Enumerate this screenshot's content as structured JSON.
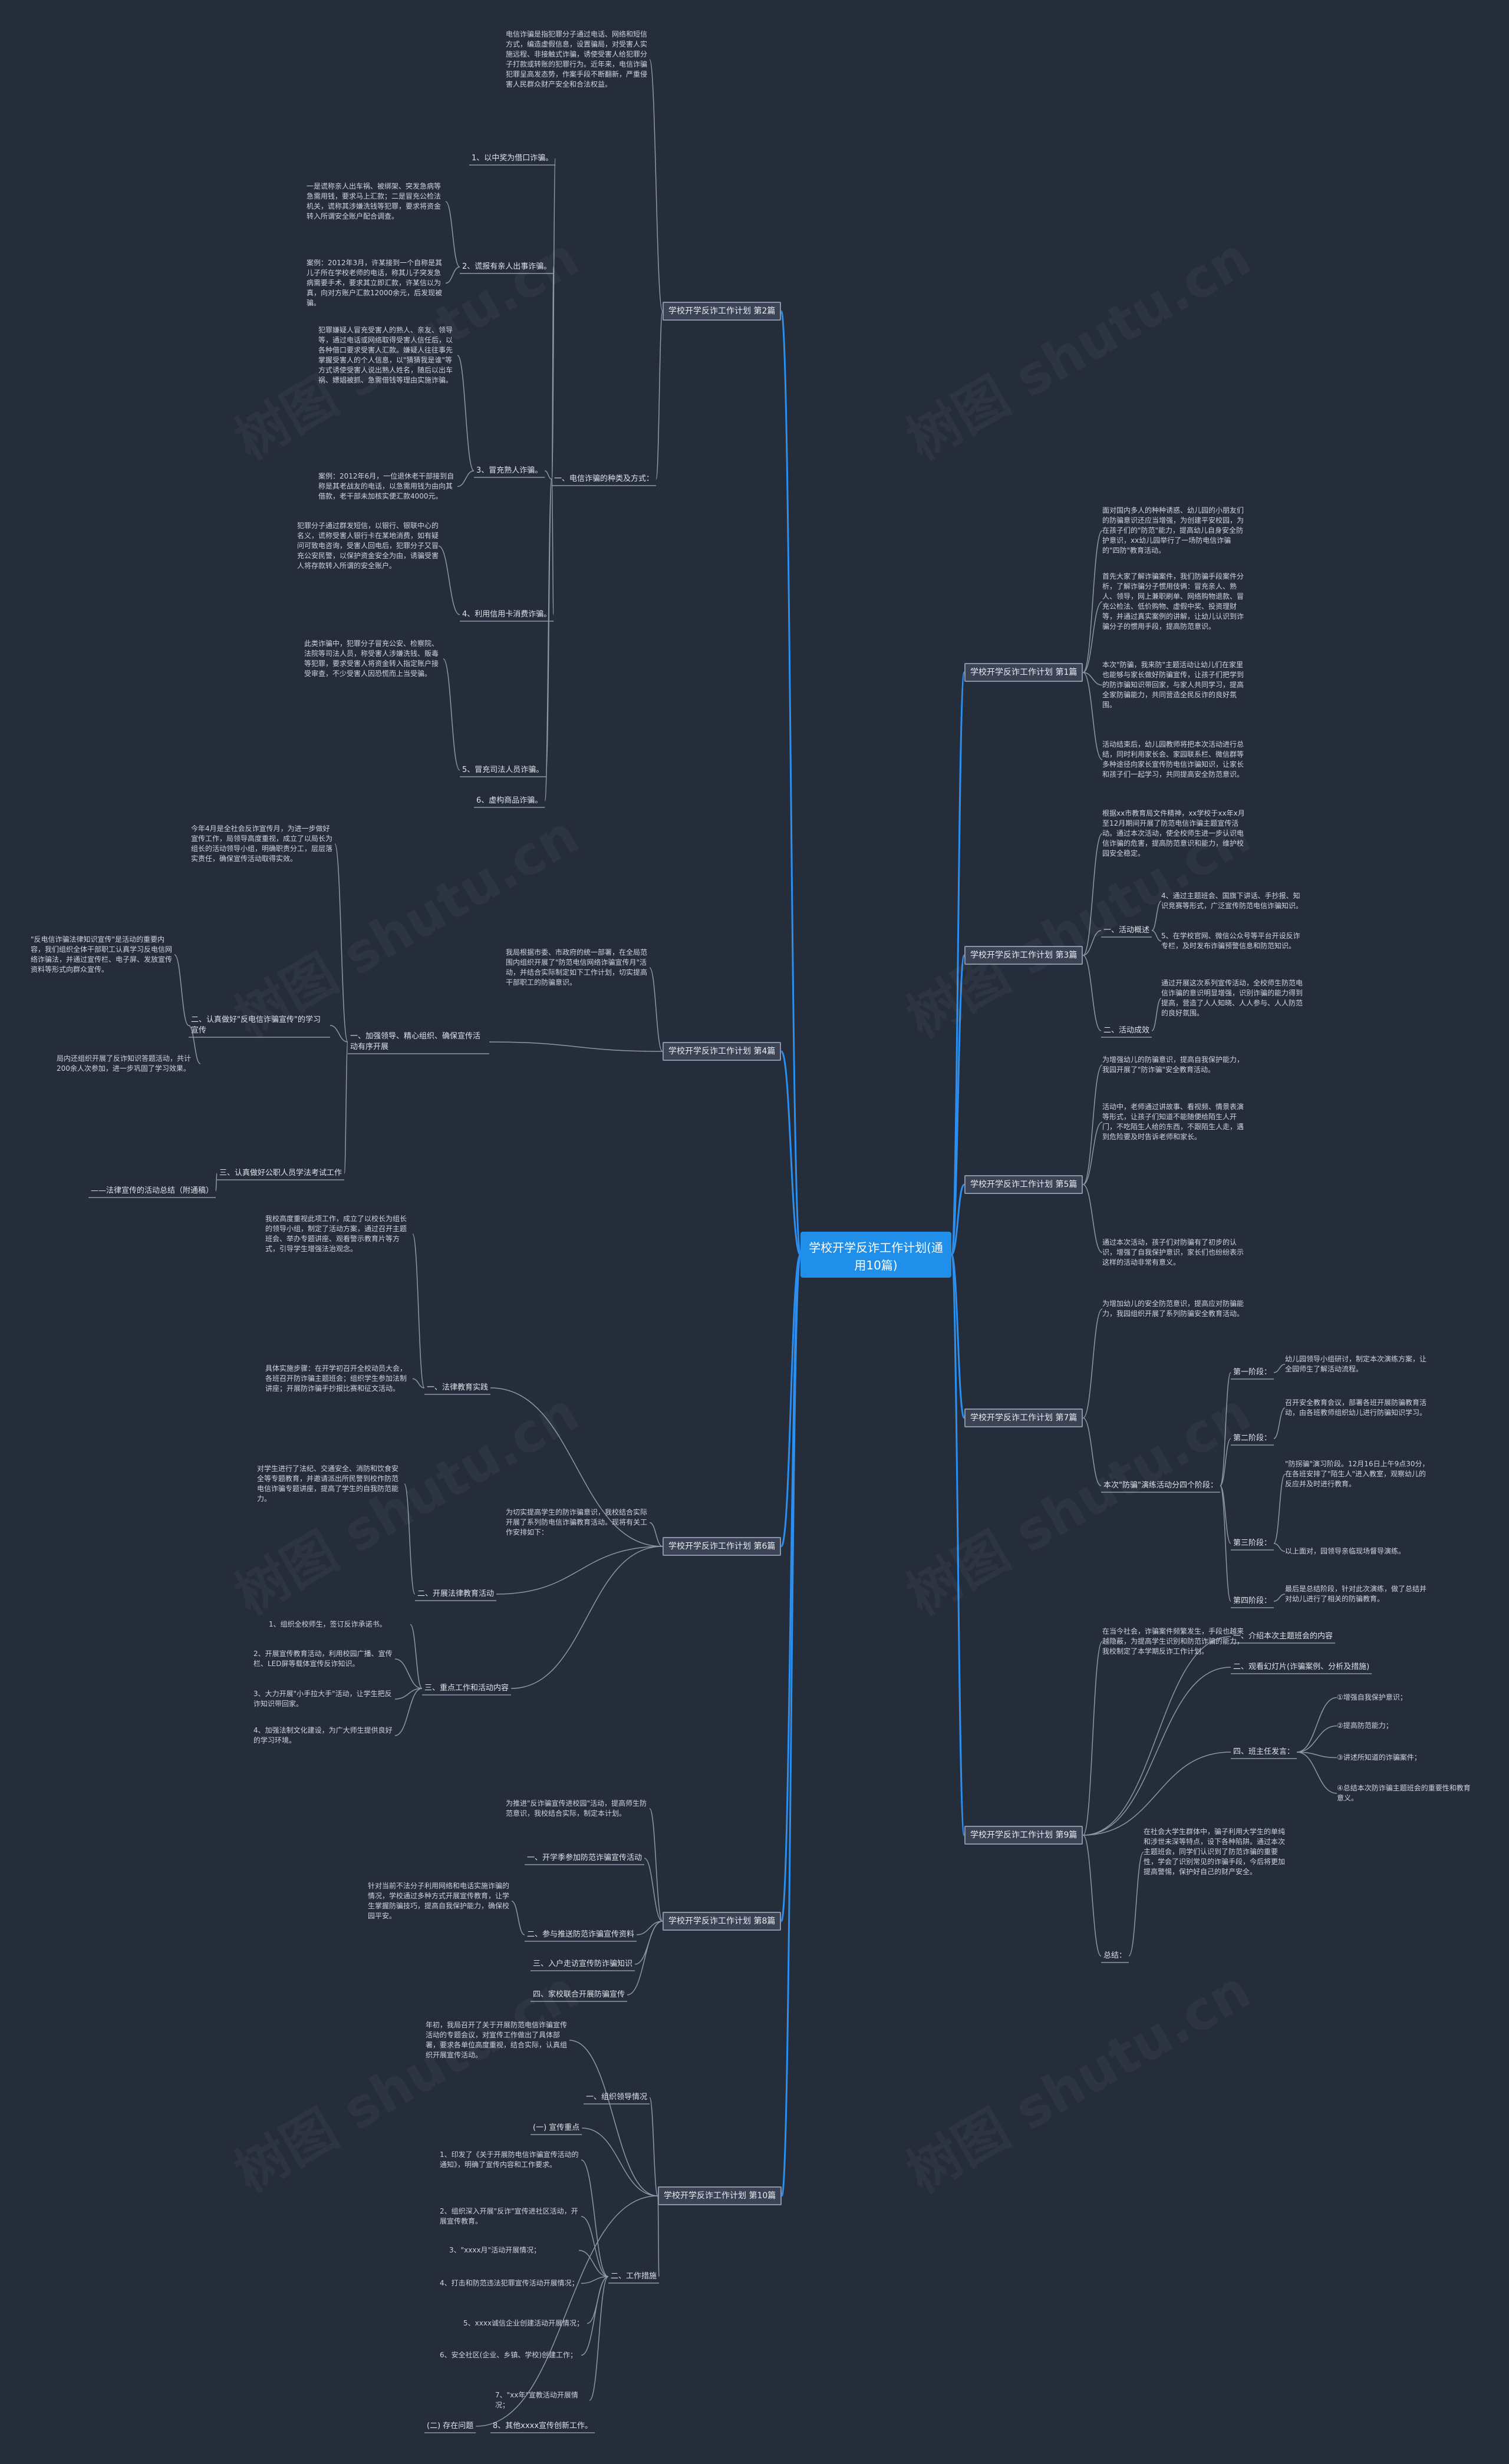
{
  "root": {
    "title": "学校开学反诈工作计划(通用10篇)"
  },
  "watermark": "树图 shutu.cn",
  "colors": {
    "background": "#252c3a",
    "root": "#1f8fea",
    "branch_border": "#8a94a8",
    "line_right": "#2b8ff0",
    "line_left": "#8d96a8"
  },
  "branches": {
    "p1": {
      "title": "学校开学反诈工作计划 第1篇",
      "t1": "面对国内多人的种种诱惑、幼儿园的小朋友们的防骗意识还应当增强，为创建平安校园，为在孩子们的\"防范\"能力，提高幼儿自身安全防护意识，xx幼儿园举行了一场防电信诈骗的\"四防\"教育活动。",
      "t2": "首先大家了解诈骗案件，我们防骗手段案件分析，了解诈骗分子惯用伎俩：冒充亲人、熟人、领导，网上兼职刷单、网络购物退款、冒充公检法、低价购物、虚假中奖、投资理财等，并通过真实案例的讲解，让幼儿认识到诈骗分子的惯用手段，提高防范意识。",
      "t3": "本次\"防骗，我来防\"主题活动让幼儿们在家里也能够与家长做好防骗宣传，让孩子们把学到的防诈骗知识带回家，与家人共同学习，提高全家防骗能力，共同营造全民反诈的良好氛围。",
      "t4": "活动结束后，幼儿园教师将把本次活动进行总结，同时利用家长会、家园联系栏、微信群等多种途径向家长宣传防电信诈骗知识，让家长和孩子们一起学习，共同提高安全防范意识。"
    },
    "p2": {
      "title": "学校开学反诈工作计划 第2篇",
      "top": "电信诈骗是指犯罪分子通过电话、网络和短信方式，编造虚假信息，设置骗局，对受害人实施远程、非接触式诈骗，诱使受害人给犯罪分子打款或转账的犯罪行为。近年来，电信诈骗犯罪呈高发态势，作案手段不断翻新，严重侵害人民群众财产安全和合法权益。",
      "s0": "一、电信诈骗的种类及方式：",
      "s1": "1、以中奖为借口诈骗。",
      "s2": "2、谎报有亲人出事诈骗。",
      "s2t1": "一是谎称亲人出车祸、被绑架、突发急病等急需用钱，要求马上汇款；二是冒充公检法机关，谎称其涉嫌洗钱等犯罪，要求将资金转入所谓安全账户配合调查。",
      "s2t2": "案例：2012年3月，许某接到一个自称是其儿子所在学校老师的电话，称其儿子突发急病需要手术，要求其立即汇款，许某信以为真，向对方账户汇款12000余元，后发现被骗。",
      "s3": "3、冒充熟人诈骗。",
      "s3t1": "犯罪嫌疑人冒充受害人的熟人、亲友、领导等，通过电话或网络取得受害人信任后，以各种借口要求受害人汇款。嫌疑人往往事先掌握受害人的个人信息，以\"猜猜我是谁\"等方式诱使受害人说出熟人姓名，随后以出车祸、嫖娼被抓、急需借钱等理由实施诈骗。",
      "s3t2": "案例：2012年6月，一位退休老干部接到自称是其老战友的电话，以急需用钱为由向其借款，老干部未加核实便汇款4000元。",
      "s4": "4、利用信用卡消费诈骗。",
      "s4t1": "犯罪分子通过群发短信，以银行、银联中心的名义，谎称受害人银行卡在某地消费，如有疑问可致电咨询，受害人回电后，犯罪分子又冒充公安民警，以保护资金安全为由，诱骗受害人将存款转入所谓的安全账户。",
      "s5": "5、冒充司法人员诈骗。",
      "s5t1": "此类诈骗中，犯罪分子冒充公安、检察院、法院等司法人员，称受害人涉嫌洗钱、贩毒等犯罪，要求受害人将资金转入指定账户接受审查，不少受害人因恐慌而上当受骗。",
      "s6": "6、虚构商品诈骗。"
    },
    "p3": {
      "title": "学校开学反诈工作计划 第3篇",
      "intro": "根据xx市教育局文件精神，xx学校于xx年x月至12月期间开展了防范电信诈骗主题宣传活动。通过本次活动，使全校师生进一步认识电信诈骗的危害，提高防范意识和能力，维护校园安全稳定。",
      "s1": "一、活动概述",
      "s1t1": "4、通过主题班会、国旗下讲话、手抄报、知识竞赛等形式，广泛宣传防范电信诈骗知识。",
      "s1t2": "5、在学校官网、微信公众号等平台开设反诈专栏，及时发布诈骗预警信息和防范知识。",
      "s2": "二、活动成效",
      "s2t1": "通过开展这次系列宣传活动，全校师生防范电信诈骗的意识明显增强，识别诈骗的能力得到提高，营造了人人知晓、人人参与、人人防范的良好氛围。"
    },
    "p4": {
      "title": "学校开学反诈工作计划 第4篇",
      "top": "我局根据市委、市政府的统一部署，在全局范围内组织开展了\"防范电信网络诈骗宣传月\"活动，并结合实际制定如下工作计划，切实提高干部职工的防骗意识。",
      "s1": "一、加强领导、精心组织、确保宣传活动有序开展",
      "s1t1": "今年4月是全社会反诈宣传月，为进一步做好宣传工作，局领导高度重视，成立了以局长为组长的活动领导小组，明确职责分工，层层落实责任，确保宣传活动取得实效。",
      "s2": "二、认真做好\"反电信诈骗宣传\"的学习宣传",
      "s2t1": "\"反电信诈骗法律知识宣传\"是活动的重要内容，我们组织全体干部职工认真学习反电信网络诈骗法，并通过宣传栏、电子屏、发放宣传资料等形式向群众宣传。",
      "s2t2": "局内还组织开展了反诈知识答题活动，共计200余人次参加，进一步巩固了学习效果。",
      "s3": "三、认真做好公职人员学法考试工作",
      "s3t1": "——法律宣传的活动总结（附通稿）"
    },
    "p5": {
      "title": "学校开学反诈工作计划 第5篇",
      "t1": "为增强幼儿的防骗意识，提高自我保护能力，我园开展了\"防诈骗\"安全教育活动。",
      "t2": "活动中，老师通过讲故事、看视频、情景表演等形式，让孩子们知道不能随便给陌生人开门，不吃陌生人给的东西，不跟陌生人走，遇到危险要及时告诉老师和家长。",
      "t3": "通过本次活动，孩子们对防骗有了初步的认识，增强了自我保护意识，家长们也纷纷表示这样的活动非常有意义。"
    },
    "p6": {
      "title": "学校开学反诈工作计划 第6篇",
      "top": "为切实提高学生的防诈骗意识，我校结合实际开展了系列防电信诈骗教育活动。现将有关工作安排如下：",
      "s1": "一、法律教育实践",
      "s1t1": "我校高度重视此项工作，成立了以校长为组长的领导小组，制定了活动方案，通过召开主题班会、举办专题讲座、观看警示教育片等方式，引导学生增强法治观念。",
      "s1t2": "具体实施步骤：在开学初召开全校动员大会，各班召开防诈骗主题班会；组织学生参加法制讲座；开展防诈骗手抄报比赛和征文活动。",
      "s2": "二、开展法律教育活动",
      "s2t1": "对学生进行了法纪、交通安全、消防和饮食安全等专题教育，并邀请派出所民警到校作防范电信诈骗专题讲座，提高了学生的自我防范能力。",
      "s3": "三、重点工作和活动内容",
      "s3t1": "1、组织全校师生，签订反诈承诺书。",
      "s3t2": "2、开展宣传教育活动，利用校园广播、宣传栏、LED屏等载体宣传反诈知识。",
      "s3t3": "3、大力开展\"小手拉大手\"活动，让学生把反诈知识带回家。",
      "s3t4": "4、加强法制文化建设，为广大师生提供良好的学习环境。"
    },
    "p7": {
      "title": "学校开学反诈工作计划 第7篇",
      "intro": "为增加幼儿的安全防范意识，提高应对防骗能力，我园组织开展了系列防骗安全教育活动。",
      "s1": "本次\"防骗\"演练活动分四个阶段：",
      "a1": "第一阶段：",
      "a1t": "幼儿园领导小组研讨，制定本次演练方案，让全园师生了解活动流程。",
      "a2": "第二阶段：",
      "a2t": "召开安全教育会议，部署各班开展防骗教育活动，由各班教师组织幼儿进行防骗知识学习。",
      "a3": "第三阶段：",
      "a3t": "\"防拐骗\"演习阶段。12月16日上午9点30分，在各班安排了\"陌生人\"进入教室，观察幼儿的反应并及时进行教育。",
      "a3t2": "以上面对，园领导亲临现场督导演练。",
      "a4": "第四阶段：",
      "a4t": "最后是总结阶段，针对此次演练，做了总结并对幼儿进行了相关的防骗教育。"
    },
    "p9": {
      "title": "学校开学反诈工作计划 第9篇",
      "intro": "在当今社会，诈骗案件频繁发生，手段也越来越隐蔽，为提高学生识别和防范诈骗的能力，我校制定了本学期反诈工作计划。",
      "s1": "一、介绍本次主题班会的内容",
      "s2": "二、观看幻灯片(诈骗案例、分析及措施)",
      "s3": "四、班主任发言：",
      "s3t1": "①增强自我保护意识；",
      "s3t2": "②提高防范能力；",
      "s3t3": "③讲述所知道的诈骗案件；",
      "s3t4": "④总结本次防诈骗主题班会的重要性和教育意义。",
      "s4": "总结：",
      "s4t": "在社会大学生群体中，骗子利用大学生的单纯和涉世未深等特点，设下各种陷阱。通过本次主题班会，同学们认识到了防范诈骗的重要性，学会了识别常见的诈骗手段，今后将更加提高警惕，保护好自己的财产安全。"
    },
    "p8": {
      "title": "学校开学反诈工作计划 第8篇",
      "top": "为推进\"反诈骗宣传进校园\"活动，提高师生防范意识，我校结合实际，制定本计划。",
      "top2": "针对当前不法分子利用网络和电话实施诈骗的情况，学校通过多种方式开展宣传教育，让学生掌握防骗技巧，提高自我保护能力，确保校园平安。",
      "s1": "一、开学季参加防范诈骗宣传活动",
      "s2": "二、参与推送防范诈骗宣传资料",
      "s3": "三、入户走访宣传防诈骗知识",
      "s4": "四、家校联合开展防骗宣传"
    },
    "p10": {
      "title": "学校开学反诈工作计划 第10篇",
      "top": "年初，我局召开了关于开展防范电信诈骗宣传活动的专题会议，对宣传工作做出了具体部署，要求各单位高度重视，结合实际，认真组织开展宣传活动。",
      "s1": "一、组织领导情况",
      "s2": "(一) 宣传重点",
      "s3": "二、工作措施",
      "s3t1": "1、印发了《关于开展防电信诈骗宣传活动的通知》，明确了宣传内容和工作要求。",
      "s3t2": "2、组织深入开展\"反诈\"宣传进社区活动，开展宣传教育。",
      "s3t3": "3、\"xxxx月\"活动开展情况；",
      "s3t4": "4、打击和防范违法犯罪宣传活动开展情况；",
      "s3t5": "5、xxxx诚信企业创建活动开展情况；",
      "s3t6": "6、安全社区(企业、乡镇、学校)创建工作；",
      "s3t7": "7、\"xx年\"宣教活动开展情况；",
      "s4": "(二) 存在问题",
      "s4t": "8、其他xxxx宣传创新工作。"
    }
  }
}
